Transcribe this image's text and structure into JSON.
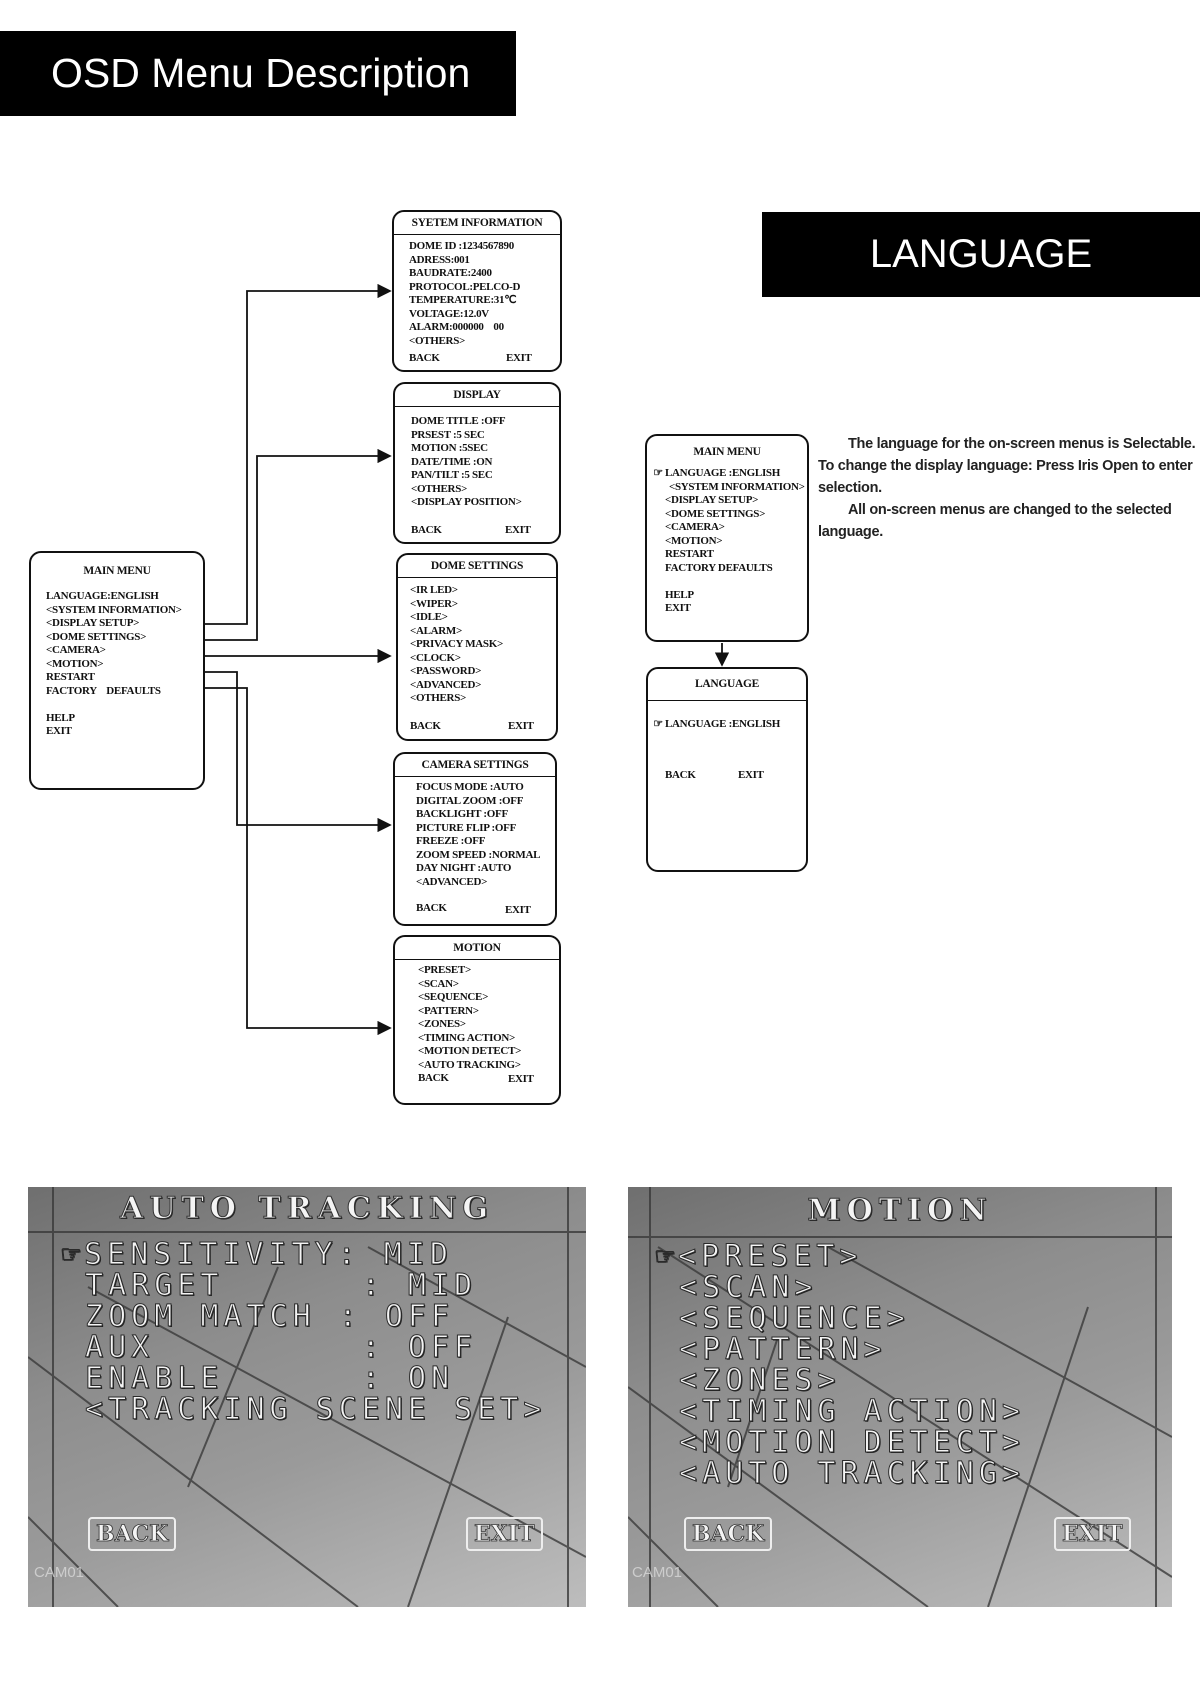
{
  "page_title": "OSD Menu Description",
  "language_banner": "LANGUAGE",
  "pointer_glyph": "☞",
  "main_menu": {
    "title": "MAIN MENU",
    "items": [
      "LANGUAGE:ENGLISH",
      "<SYSTEM INFORMATION>",
      "<DISPLAY SETUP>",
      "<DOME SETTINGS>",
      "<CAMERA>",
      "<MOTION>",
      "RESTART",
      "FACTORY    DEFAULTS",
      "",
      "HELP",
      "EXIT"
    ]
  },
  "system_information": {
    "title": "SYETEM INFORMATION",
    "items": [
      "DOME ID :1234567890",
      "ADRESS:001",
      "BAUDRATE:2400",
      "PROTOCOL:PELCO-D",
      "TEMPERATURE:31℃",
      "VOLTAGE:12.0V",
      "ALARM:000000    00",
      "<OTHERS>"
    ],
    "back": "BACK",
    "exit": "EXIT"
  },
  "display": {
    "title": "DISPLAY",
    "items": [
      "DOME TITLE :OFF",
      "PRSEST :5 SEC",
      "MOTION :5SEC",
      "DATE/TIME :ON",
      "PAN/TILT :5 SEC",
      "<OTHERS>",
      "<DISPLAY POSITION>"
    ],
    "back": "BACK",
    "exit": "EXIT"
  },
  "dome_settings": {
    "title": "DOME SETTINGS",
    "items": [
      "<IR LED>",
      "<WIPER>",
      "<IDLE>",
      "<ALARM>",
      "<PRIVACY MASK>",
      "<CLOCK>",
      "<PASSWORD>",
      "<ADVANCED>",
      "<OTHERS>"
    ],
    "back": "BACK",
    "exit": "EXIT"
  },
  "camera_settings": {
    "title": "CAMERA SETTINGS",
    "items": [
      "FOCUS MODE :AUTO",
      "DIGITAL ZOOM :OFF",
      "BACKLIGHT :OFF",
      "PICTURE FLIP :OFF",
      "FREEZE :OFF",
      "ZOOM SPEED :NORMAL",
      "DAY NIGHT :AUTO",
      "<ADVANCED>"
    ],
    "back": "BACK",
    "exit": "EXIT"
  },
  "motion": {
    "title": "MOTION",
    "items": [
      "<PRESET>",
      "<SCAN>",
      "<SEQUENCE>",
      "<PATTERN>",
      "<ZONES>",
      "<TIMING ACTION>",
      "<MOTION DETECT>",
      "<AUTO TRACKING>"
    ],
    "back": "BACK",
    "exit": "EXIT"
  },
  "language_main_menu": {
    "title": "MAIN MENU",
    "items": [
      "LANGUAGE :ENGLISH",
      "<SYSTEM INFORMATION>",
      "<DISPLAY SETUP>",
      "<DOME SETTINGS>",
      "<CAMERA>",
      "<MOTION>",
      "RESTART",
      "FACTORY DEFAULTS",
      "",
      "HELP",
      "EXIT"
    ]
  },
  "language_submenu": {
    "title": "LANGUAGE",
    "item": "LANGUAGE :ENGLISH",
    "back": "BACK",
    "exit": "EXIT"
  },
  "language_description": [
    "The language for the on-screen menus is Selectable. To change the display language: Press Iris Open to enter selection.",
    "All on-screen menus are changed to the selected language."
  ],
  "osd_auto_tracking": {
    "title": "AUTO TRACKING",
    "lines": [
      "SENSITIVITY: MID",
      " TARGET      : MID",
      " ZOOM MATCH : OFF",
      " AUX         : OFF",
      " ENABLE      : ON",
      " <TRACKING SCENE SET>"
    ],
    "back": "BACK",
    "exit": "EXIT",
    "cam_label": "CAM01"
  },
  "osd_motion": {
    "title": "MOTION",
    "lines": [
      "<PRESET>",
      " <SCAN>",
      " <SEQUENCE>",
      " <PATTERN>",
      " <ZONES>",
      " <TIMING ACTION>",
      " <MOTION DETECT>",
      " <AUTO TRACKING>"
    ],
    "back": "BACK",
    "exit": "EXIT",
    "cam_label": "CAM01"
  }
}
